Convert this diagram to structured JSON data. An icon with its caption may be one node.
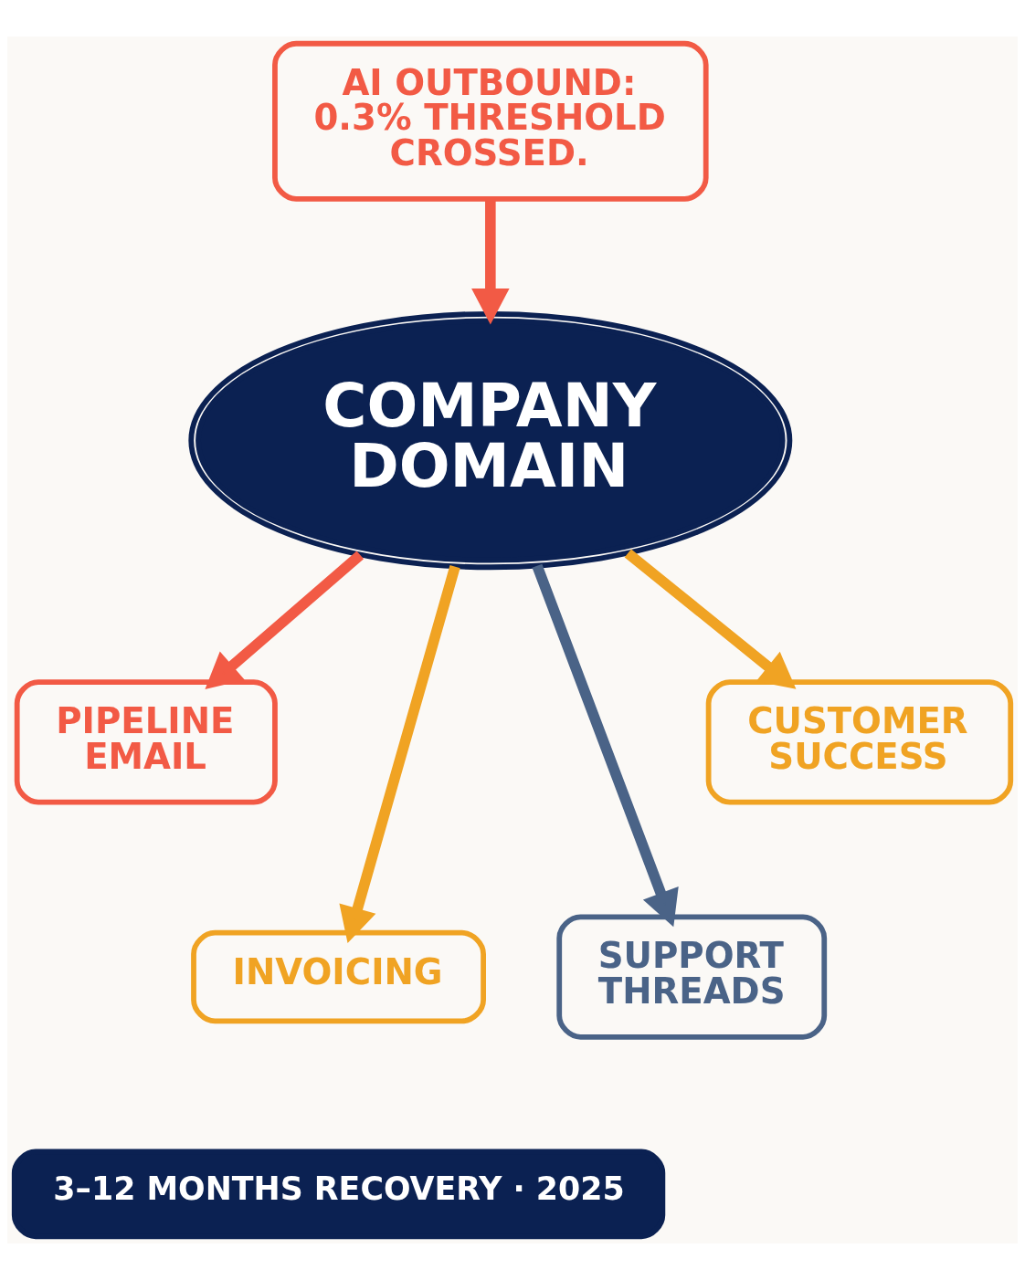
{
  "diagram": {
    "nodes": [
      {
        "text": [
          "AI OUTBOUND: 0.3% THRESHOLD CROSSED."
        ]
      },
      {
        "text": [
          "COMPANY DOMAIN"
        ]
      },
      {
        "text": [
          "PIPELINE EMAIL"
        ]
      },
      {
        "text": [
          "CUSTOMER SUCCESS"
        ]
      },
      {
        "text": [
          "INVOICING"
        ]
      },
      {
        "text": [
          "SUPPORT THREADS"
        ]
      },
      {
        "text": [
          "3–12 MONTHS RECOVERY · 2025"
        ]
      }
    ],
    "edges": [
      {
        "from": 0,
        "to": 1,
        "arrow": "to",
        "color": "#f25a45"
      },
      {
        "from": 1,
        "to": 2,
        "arrow": "to",
        "color": "#f25a45"
      },
      {
        "from": 1,
        "to": 4,
        "arrow": "to",
        "color": "#f0a323"
      },
      {
        "from": 1,
        "to": 5,
        "arrow": "to",
        "color": "#4a6387"
      },
      {
        "from": 1,
        "to": 3,
        "arrow": "to",
        "color": "#f0a323"
      }
    ]
  }
}
